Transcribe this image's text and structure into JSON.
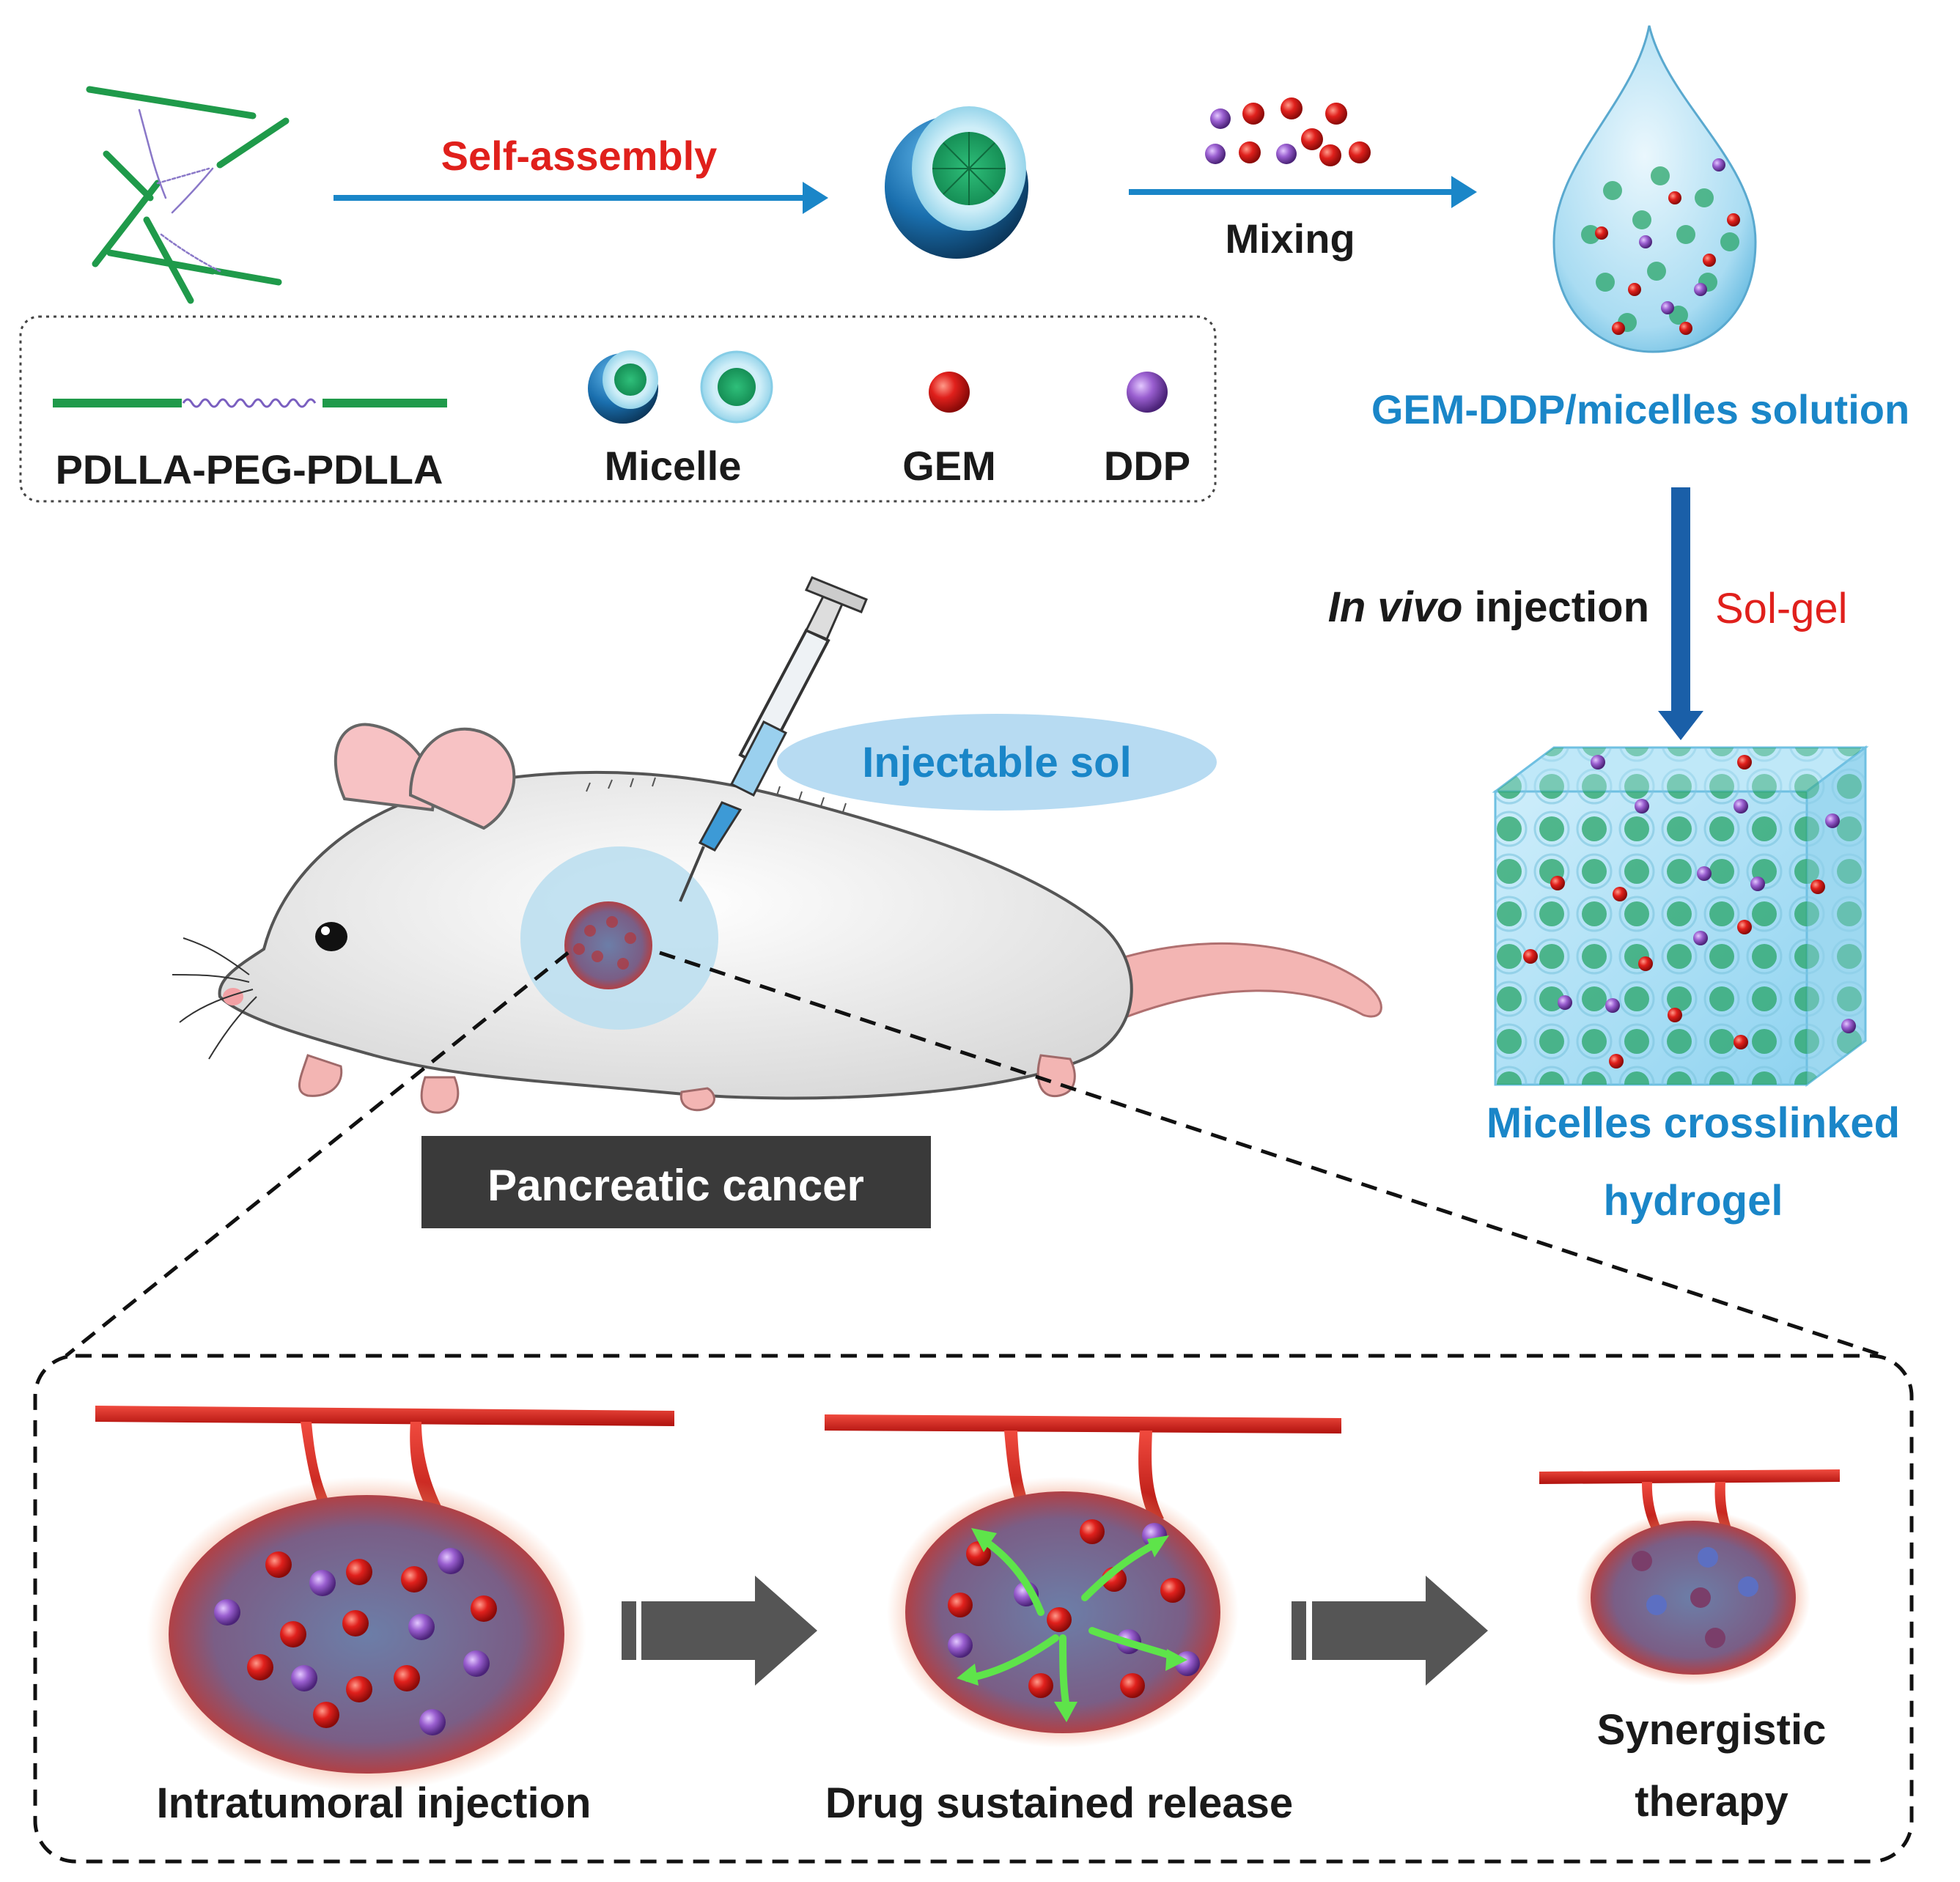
{
  "labels": {
    "self_assembly": "Self-assembly",
    "mixing": "Mixing",
    "solution": "GEM-DDP/micelles solution",
    "in_vivo_italic": "In vivo",
    "injection": " injection",
    "sol_gel": "Sol-gel",
    "injectable_sol": "Injectable sol",
    "hydrogel_line1": "Micelles crosslinked",
    "hydrogel_line2": "hydrogel",
    "pancreatic_cancer": "Pancreatic cancer",
    "step1": "Intratumoral injection",
    "step2": "Drug sustained release",
    "step3_line1": "Synergistic",
    "step3_line2": "therapy"
  },
  "legend": {
    "polymer": "PDLLA-PEG-PDLLA",
    "micelle": "Micelle",
    "gem": "GEM",
    "ddp": "DDP"
  },
  "colors": {
    "polymer_green": "#1f9a4a",
    "arrow_blue": "#1a86c8",
    "label_red": "#e0201c",
    "label_blue": "#1a86c8",
    "gem_red": "#e0201c",
    "ddp_purple": "#8a4fc0",
    "vessel_red": "#d9221e",
    "process_arrow_gray": "#555555",
    "dark_box": "#333333"
  },
  "icons": {
    "polymer": "polymer-chain-icon",
    "micelle": "micelle-sphere-icon",
    "drop": "solution-drop-icon",
    "cube": "hydrogel-cube-icon",
    "mouse": "mouse-illustration",
    "syringe": "syringe-icon",
    "tumor": "tumor-cluster-icon"
  }
}
